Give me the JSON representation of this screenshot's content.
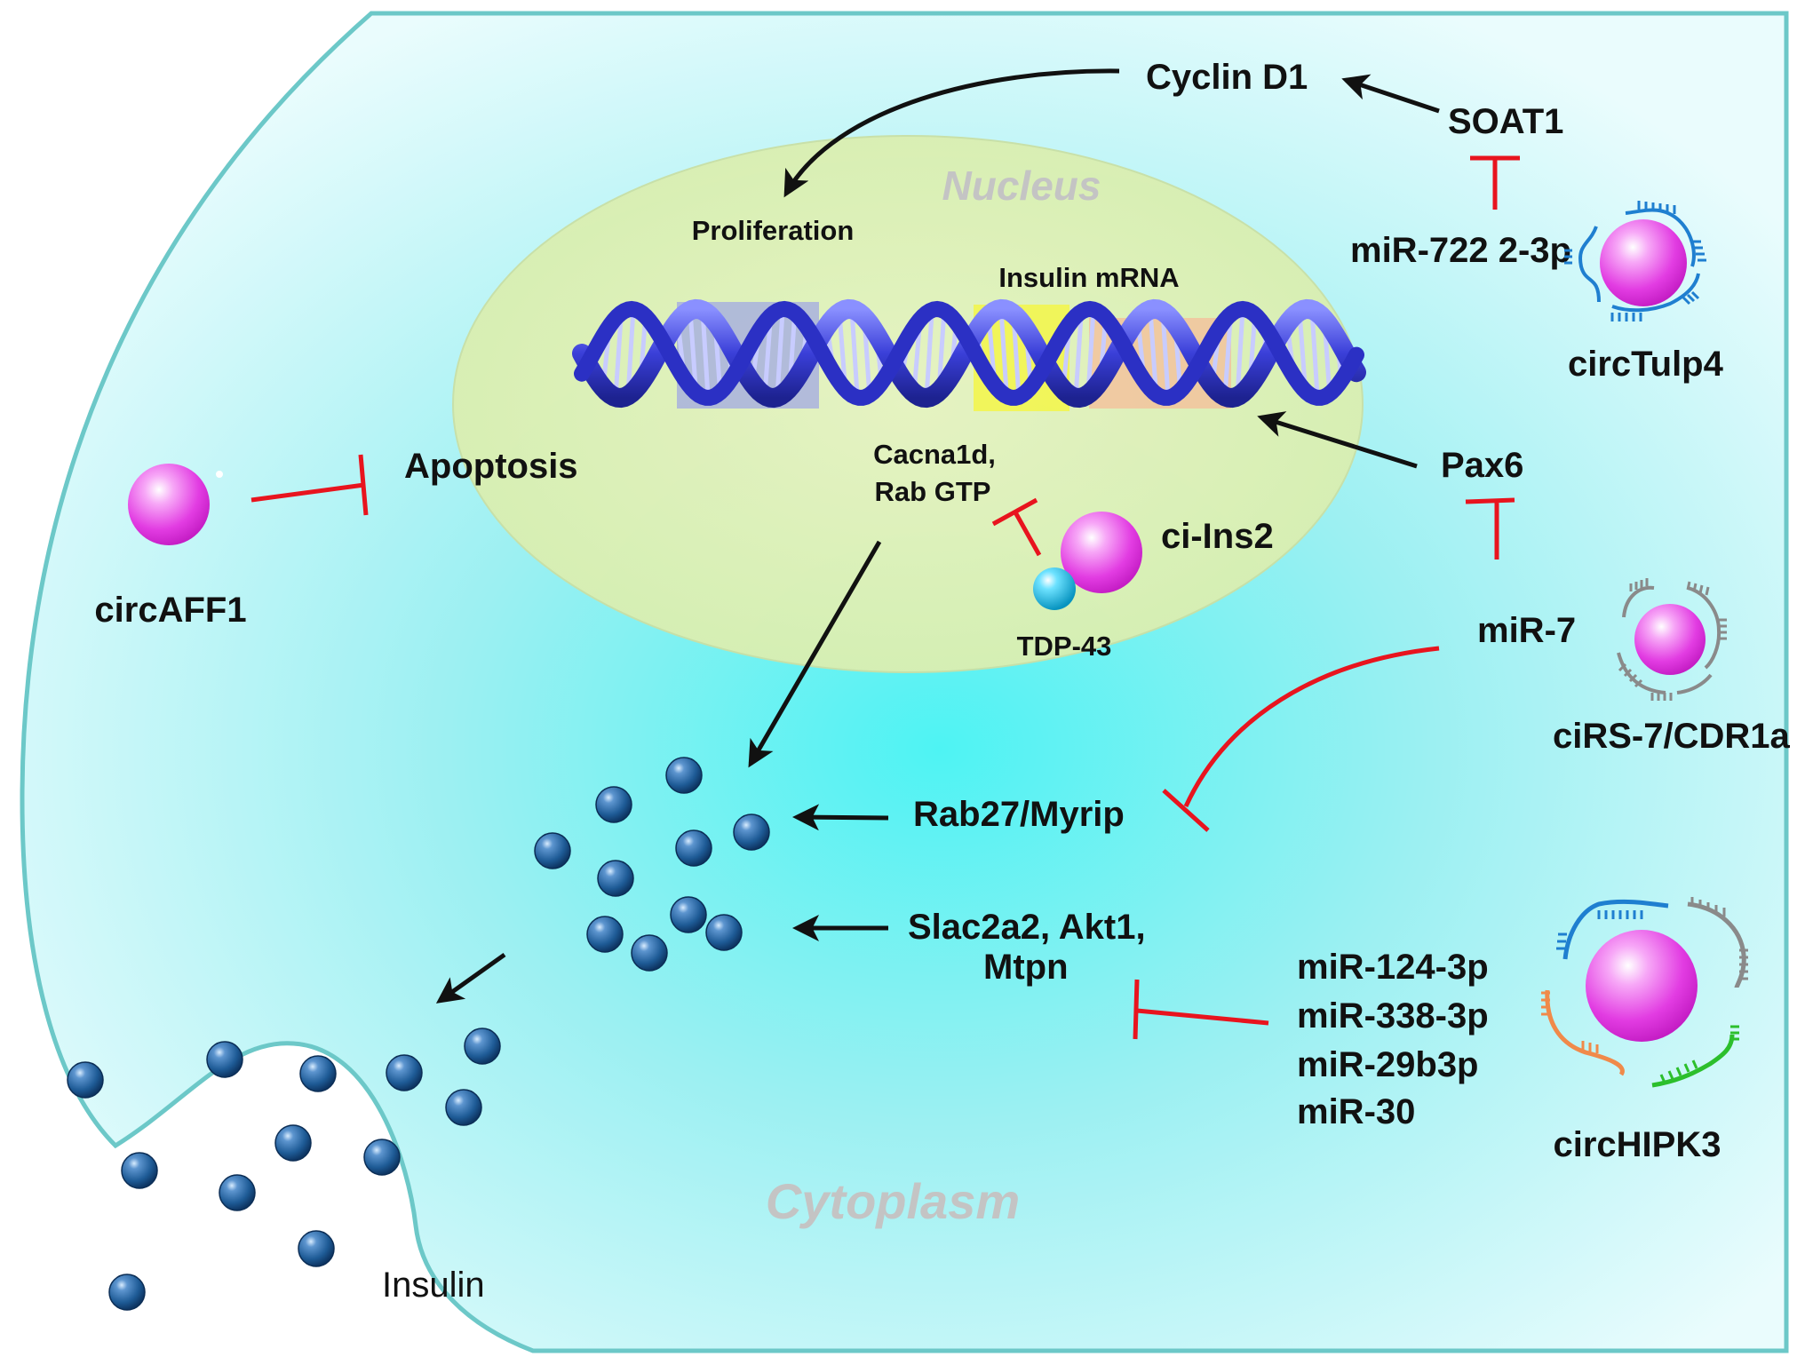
{
  "regions": {
    "nucleus": "Nucleus",
    "cytoplasm": "Cytoplasm"
  },
  "nodes": {
    "cyclin_d1": "Cyclin D1",
    "soat1": "SOAT1",
    "proliferation": "Proliferation",
    "insulin_mrna": "Insulin mRNA",
    "mir_722": "miR-722 2-3p",
    "circ_tulp4": "circTulp4",
    "apoptosis": "Apoptosis",
    "circ_aff1": "circAFF1",
    "cacna1d": "Cacna1d,",
    "rab_gtp": "Rab GTP",
    "ci_ins2": "ci-Ins2",
    "tdp43": "TDP-43",
    "pax6": "Pax6",
    "mir_7": "miR-7",
    "cirs7": "ciRS-7/CDR1a",
    "rab27": "Rab27/Myrip",
    "slac2a2": "Slac2a2, Akt1,",
    "mtpn": "Mtpn",
    "mir_124": "miR-124-3p",
    "mir_338": "miR-338-3p",
    "mir_29b": "miR-29b3p",
    "mir_30": "miR-30",
    "circ_hipk3": "circHIPK3",
    "insulin": "Insulin"
  },
  "colors": {
    "cell_fill": "#b8f3f4",
    "cell_border": "#6cc8c8",
    "nucleus_fill": "#e6f3b8",
    "dna": "#3a3fd8",
    "circrna": "#e83be8",
    "granule": "#1e5b96",
    "activation_arrow": "#111111",
    "inhibition": "#e8141e",
    "tdp43": "#19c0e8",
    "mirna_blue": "#1f7fd0",
    "mirna_gray": "#8a8a8a",
    "mirna_orange": "#f08a4a",
    "mirna_green": "#2cbf2c"
  },
  "icons": {
    "activation": "arrow-icon",
    "inhibition": "t-bar-icon",
    "circrna": "circle-sphere-icon",
    "insulin_granule": "granule-icon",
    "dna": "double-helix-icon"
  }
}
